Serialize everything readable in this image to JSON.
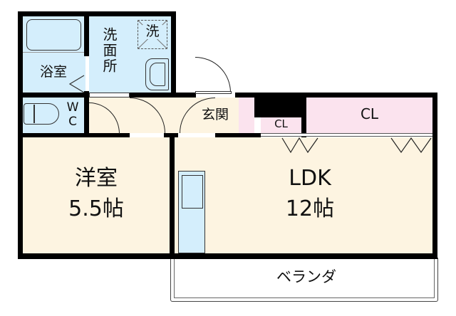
{
  "floorplan": {
    "rooms": {
      "bathroom": {
        "label": "浴室"
      },
      "washroom": {
        "label": "洗面所"
      },
      "washer": {
        "label": "洗"
      },
      "toilet": {
        "label_w": "W",
        "label_c": "C"
      },
      "entrance": {
        "label": "玄関"
      },
      "closet_small": {
        "label": "CL"
      },
      "closet_large": {
        "label": "CL"
      },
      "western_room": {
        "label": "洋室",
        "size": "5.5帖"
      },
      "ldk": {
        "label": "LDK",
        "size": "12帖"
      },
      "balcony": {
        "label": "ベランダ"
      }
    },
    "colors": {
      "wall": "#000000",
      "wet_area": "#d4eefc",
      "living": "#fdf4e1",
      "closet": "#fbe3ee"
    }
  }
}
